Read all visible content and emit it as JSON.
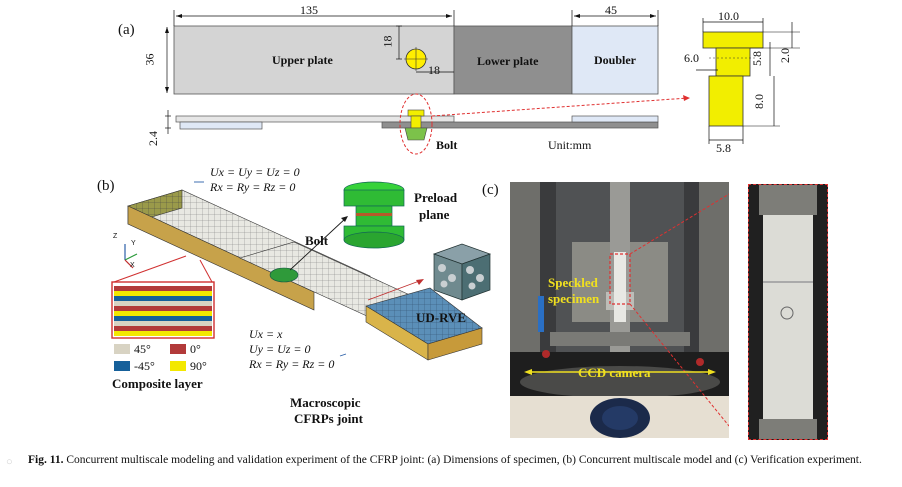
{
  "panel_a": {
    "label": "(a)",
    "dims": {
      "length": "135",
      "doubler_length": "45",
      "height": "36",
      "hole_v": "18",
      "hole_h": "18",
      "thickness": "2.4"
    },
    "upper_plate": "Upper plate",
    "lower_plate": "Lower plate",
    "doubler": "Doubler",
    "bolt": "Bolt",
    "unit": "Unit:mm",
    "bolt_dims": {
      "head_w": "10.0",
      "shank_d": "6.0",
      "head_h": "5.8",
      "top_h": "2.0",
      "shank_h": "8.0",
      "bottom_w": "5.8"
    },
    "colors": {
      "upper": "#d4d4d4",
      "lower": "#8f8f8f",
      "doubler": "#dfe8f6",
      "bolt": "#f2ee00",
      "hole": "#ffee00",
      "dash": "#e03030"
    }
  },
  "panel_b": {
    "label": "(b)",
    "bc1": [
      "Ux = Uy = Uz = 0",
      "Rx = Ry = Rz = 0"
    ],
    "bc2": [
      "Ux = x",
      "Uy = Uz = 0",
      "Rx = Ry = Rz = 0"
    ],
    "preload": [
      "Preload",
      "plane"
    ],
    "bolt": "Bolt",
    "rve": "UD-RVE",
    "composite_layer": "Composite layer",
    "legend": [
      {
        "label": "45°",
        "color": "#d8d3c3"
      },
      {
        "label": "0°",
        "color": "#b23a3a"
      },
      {
        "label": "-45°",
        "color": "#16609a"
      },
      {
        "label": "90°",
        "color": "#f3e800"
      }
    ],
    "joint": [
      "Macroscopic",
      "CFRPs joint"
    ],
    "axes": {
      "z": "Z",
      "y": "Y",
      "x": "X"
    }
  },
  "panel_c": {
    "label": "(c)",
    "speckled": [
      "Speckled",
      "specimen"
    ],
    "ccd": "CCD camera"
  },
  "caption": {
    "fig": "Fig. 11.",
    "text": " Concurrent multiscale modeling and validation experiment of the CFRP joint: (a) Dimensions of specimen, (b) Concurrent multiscale model and (c) Verification experiment."
  }
}
